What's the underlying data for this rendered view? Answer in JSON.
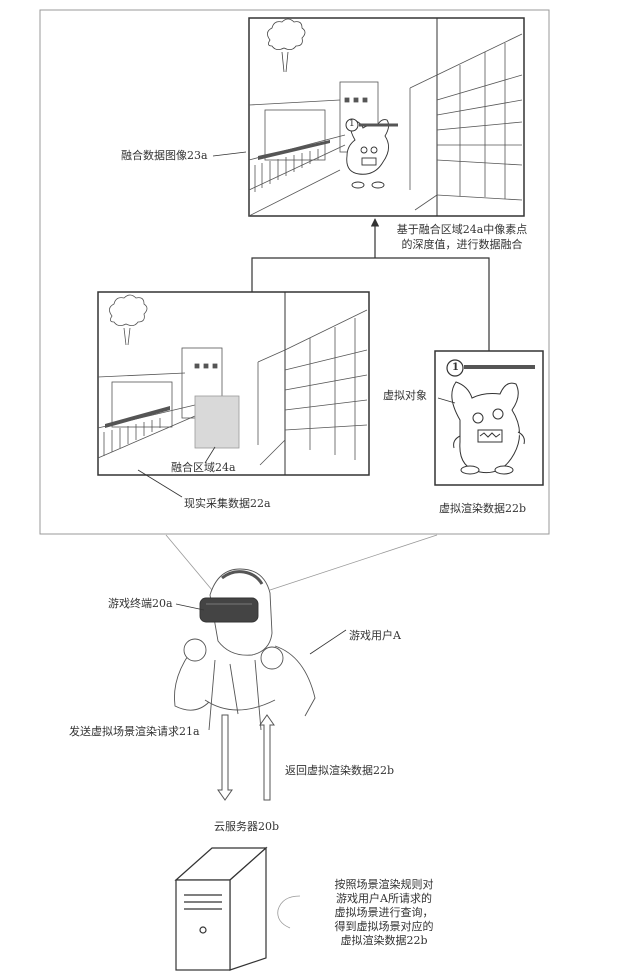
{
  "labels": {
    "fusion_image": "融合数据图像23a",
    "fusion_basis_line1": "基于融合区域24a中像素点",
    "fusion_basis_line2": "的深度值，进行数据融合",
    "virtual_object": "虚拟对象",
    "fusion_region": "融合区域24a",
    "real_data": "现实采集数据22a",
    "virtual_data": "虚拟渲染数据22b",
    "game_terminal": "游戏终端20a",
    "game_user": "游戏用户A",
    "send_request": "发送虚拟场景渲染请求21a",
    "return_data": "返回虚拟渲染数据22b",
    "cloud_server": "云服务器20b",
    "server_note": [
      "按照场景渲染规则对",
      "游戏用户A所请求的",
      "虚拟场景进行查询，",
      "得到虚拟场景对应的",
      "虚拟渲染数据22b"
    ],
    "badge_number": "1"
  },
  "colors": {
    "line": "#333333",
    "frame": "#999999",
    "fusion_fill": "#d9d9d9",
    "dark_bar": "#555555",
    "arrow_fill": "#ffffff"
  }
}
